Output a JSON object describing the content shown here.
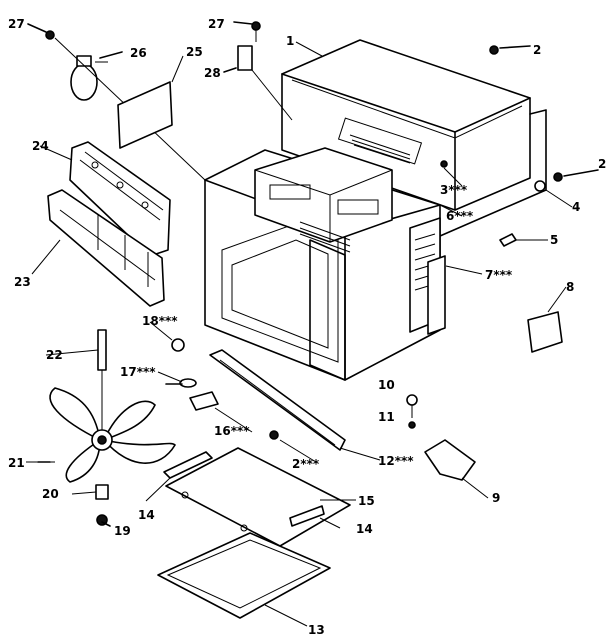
{
  "callouts": [
    {
      "id": "c1",
      "text": "1"
    },
    {
      "id": "c2a",
      "text": "2"
    },
    {
      "id": "c2b",
      "text": "2"
    },
    {
      "id": "c2c",
      "text": "2***"
    },
    {
      "id": "c3",
      "text": "3***"
    },
    {
      "id": "c4",
      "text": "4"
    },
    {
      "id": "c5",
      "text": "5"
    },
    {
      "id": "c6",
      "text": "6***"
    },
    {
      "id": "c7",
      "text": "7***"
    },
    {
      "id": "c8",
      "text": "8"
    },
    {
      "id": "c9",
      "text": "9"
    },
    {
      "id": "c10",
      "text": "10"
    },
    {
      "id": "c11",
      "text": "11"
    },
    {
      "id": "c12",
      "text": "12***"
    },
    {
      "id": "c13",
      "text": "13"
    },
    {
      "id": "c14a",
      "text": "14"
    },
    {
      "id": "c14b",
      "text": "14"
    },
    {
      "id": "c15",
      "text": "15"
    },
    {
      "id": "c16",
      "text": "16***"
    },
    {
      "id": "c17",
      "text": "17***"
    },
    {
      "id": "c18",
      "text": "18***"
    },
    {
      "id": "c19",
      "text": "19"
    },
    {
      "id": "c20",
      "text": "20"
    },
    {
      "id": "c21",
      "text": "21"
    },
    {
      "id": "c22",
      "text": "22"
    },
    {
      "id": "c23",
      "text": "23"
    },
    {
      "id": "c24",
      "text": "24"
    },
    {
      "id": "c25",
      "text": "25"
    },
    {
      "id": "c26",
      "text": "26"
    },
    {
      "id": "c27a",
      "text": "27"
    },
    {
      "id": "c27b",
      "text": "27"
    },
    {
      "id": "c28",
      "text": "28"
    }
  ]
}
